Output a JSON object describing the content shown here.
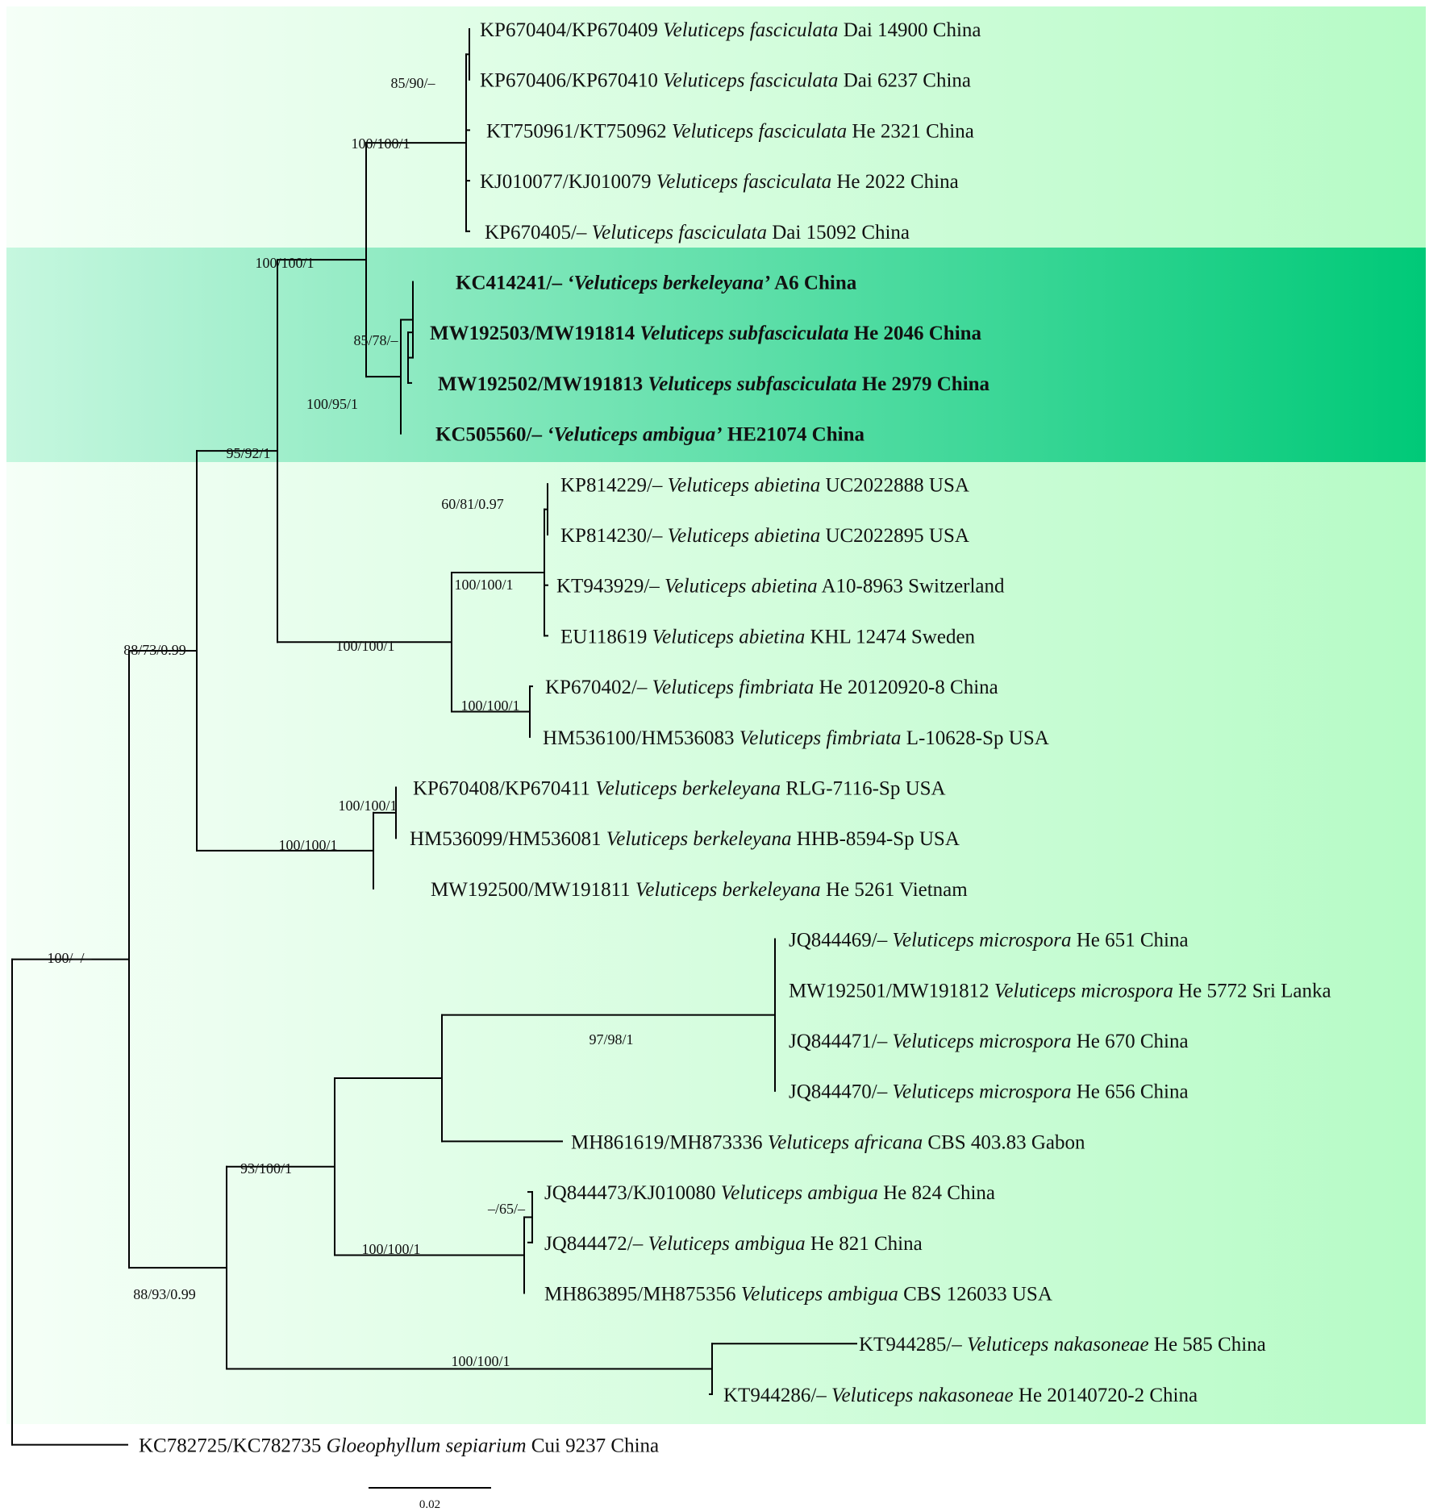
{
  "highlight": {
    "outer_color": "#b6fbc6",
    "outer_light": "#f5fff7",
    "inner_color": "#00c978",
    "inner_light": "#c6f7df",
    "highlighted_clade": "Veluticeps subfasciculata clade"
  },
  "taxa": [
    {
      "acc": "KP670404/KP670409",
      "species": "Veluticeps fasciculata",
      "voucher": "Dai 14900 China",
      "quoted": false,
      "bold": false
    },
    {
      "acc": "KP670406/KP670410",
      "species": "Veluticeps fasciculata",
      "voucher": "Dai 6237 China",
      "quoted": false,
      "bold": false
    },
    {
      "acc": "KT750961/KT750962",
      "species": "Veluticeps fasciculata",
      "voucher": "He 2321 China",
      "quoted": false,
      "bold": false
    },
    {
      "acc": "KJ010077/KJ010079",
      "species": "Veluticeps fasciculata",
      "voucher": "He 2022 China",
      "quoted": false,
      "bold": false
    },
    {
      "acc": "KP670405/–",
      "species": "Veluticeps fasciculata",
      "voucher": "Dai 15092 China",
      "quoted": false,
      "bold": false
    },
    {
      "acc": "KC414241/–",
      "species": "Veluticeps berkeleyana",
      "voucher": "A6 China",
      "quoted": true,
      "bold": true
    },
    {
      "acc": "MW192503/MW191814",
      "species": "Veluticeps subfasciculata",
      "voucher": "He 2046 China",
      "quoted": false,
      "bold": true
    },
    {
      "acc": "MW192502/MW191813",
      "species": "Veluticeps subfasciculata",
      "voucher": "He 2979 China",
      "quoted": false,
      "bold": true
    },
    {
      "acc": "KC505560/–",
      "species": "Veluticeps ambigua",
      "voucher": "HE21074 China",
      "quoted": true,
      "bold": true
    },
    {
      "acc": "KP814229/–",
      "species": "Veluticeps abietina",
      "voucher": "UC2022888 USA",
      "quoted": false,
      "bold": false
    },
    {
      "acc": "KP814230/–",
      "species": "Veluticeps abietina",
      "voucher": "UC2022895 USA",
      "quoted": false,
      "bold": false
    },
    {
      "acc": "KT943929/–",
      "species": "Veluticeps abietina",
      "voucher": "A10-8963 Switzerland",
      "quoted": false,
      "bold": false
    },
    {
      "acc": "EU118619",
      "species": "Veluticeps abietina",
      "voucher": "KHL 12474 Sweden",
      "quoted": false,
      "bold": false
    },
    {
      "acc": "KP670402/–",
      "species": "Veluticeps fimbriata",
      "voucher": "He 20120920-8 China",
      "quoted": false,
      "bold": false
    },
    {
      "acc": "HM536100/HM536083",
      "species": "Veluticeps fimbriata",
      "voucher": "L-10628-Sp USA",
      "quoted": false,
      "bold": false
    },
    {
      "acc": "KP670408/KP670411",
      "species": "Veluticeps berkeleyana",
      "voucher": "RLG-7116-Sp USA",
      "quoted": false,
      "bold": false
    },
    {
      "acc": "HM536099/HM536081",
      "species": "Veluticeps berkeleyana",
      "voucher": "HHB-8594-Sp USA",
      "quoted": false,
      "bold": false
    },
    {
      "acc": "MW192500/MW191811",
      "species": "Veluticeps berkeleyana",
      "voucher": "He 5261 Vietnam",
      "quoted": false,
      "bold": false
    },
    {
      "acc": "JQ844469/–",
      "species": "Veluticeps microspora",
      "voucher": "He 651 China",
      "quoted": false,
      "bold": false
    },
    {
      "acc": "MW192501/MW191812",
      "species": "Veluticeps microspora",
      "voucher": "He 5772 Sri Lanka",
      "quoted": false,
      "bold": false
    },
    {
      "acc": "JQ844471/–",
      "species": "Veluticeps microspora",
      "voucher": "He 670 China",
      "quoted": false,
      "bold": false
    },
    {
      "acc": "JQ844470/–",
      "species": "Veluticeps microspora",
      "voucher": "He 656 China",
      "quoted": false,
      "bold": false
    },
    {
      "acc": "MH861619/MH873336",
      "species": "Veluticeps africana",
      "voucher": "CBS 403.83 Gabon",
      "quoted": false,
      "bold": false
    },
    {
      "acc": "JQ844473/KJ010080",
      "species": "Veluticeps ambigua",
      "voucher": "He 824 China",
      "quoted": false,
      "bold": false
    },
    {
      "acc": "JQ844472/–",
      "species": "Veluticeps ambigua",
      "voucher": "He 821 China",
      "quoted": false,
      "bold": false
    },
    {
      "acc": "MH863895/MH875356",
      "species": "Veluticeps ambigua",
      "voucher": "CBS 126033 USA",
      "quoted": false,
      "bold": false
    },
    {
      "acc": "KT944285/–",
      "species": "Veluticeps nakasoneae",
      "voucher": "He 585 China",
      "quoted": false,
      "bold": false
    },
    {
      "acc": "KT944286/–",
      "species": "Veluticeps nakasoneae",
      "voucher": "He 20140720-2 China",
      "quoted": false,
      "bold": false
    },
    {
      "acc": "KC782725/KC782735",
      "species": "Gloeophyllum sepiarium",
      "voucher": "Cui 9237 China",
      "quoted": false,
      "bold": false
    }
  ],
  "support": [
    "85/90/–",
    "100/100/1",
    "100/100/1",
    "85/78/–",
    "100/95/1",
    "95/92/1",
    "60/81/0.97",
    "100/100/1",
    "100/100/1",
    "100/100/1",
    "88/73/0.99",
    "100/100/1",
    "100/100/1",
    "97/98/1",
    "–/65/–",
    "100/100/1",
    "93/100/1",
    "100/100/1",
    "88/93/0.99",
    "100/–/–"
  ],
  "scale_bar": {
    "label": "0.02"
  }
}
